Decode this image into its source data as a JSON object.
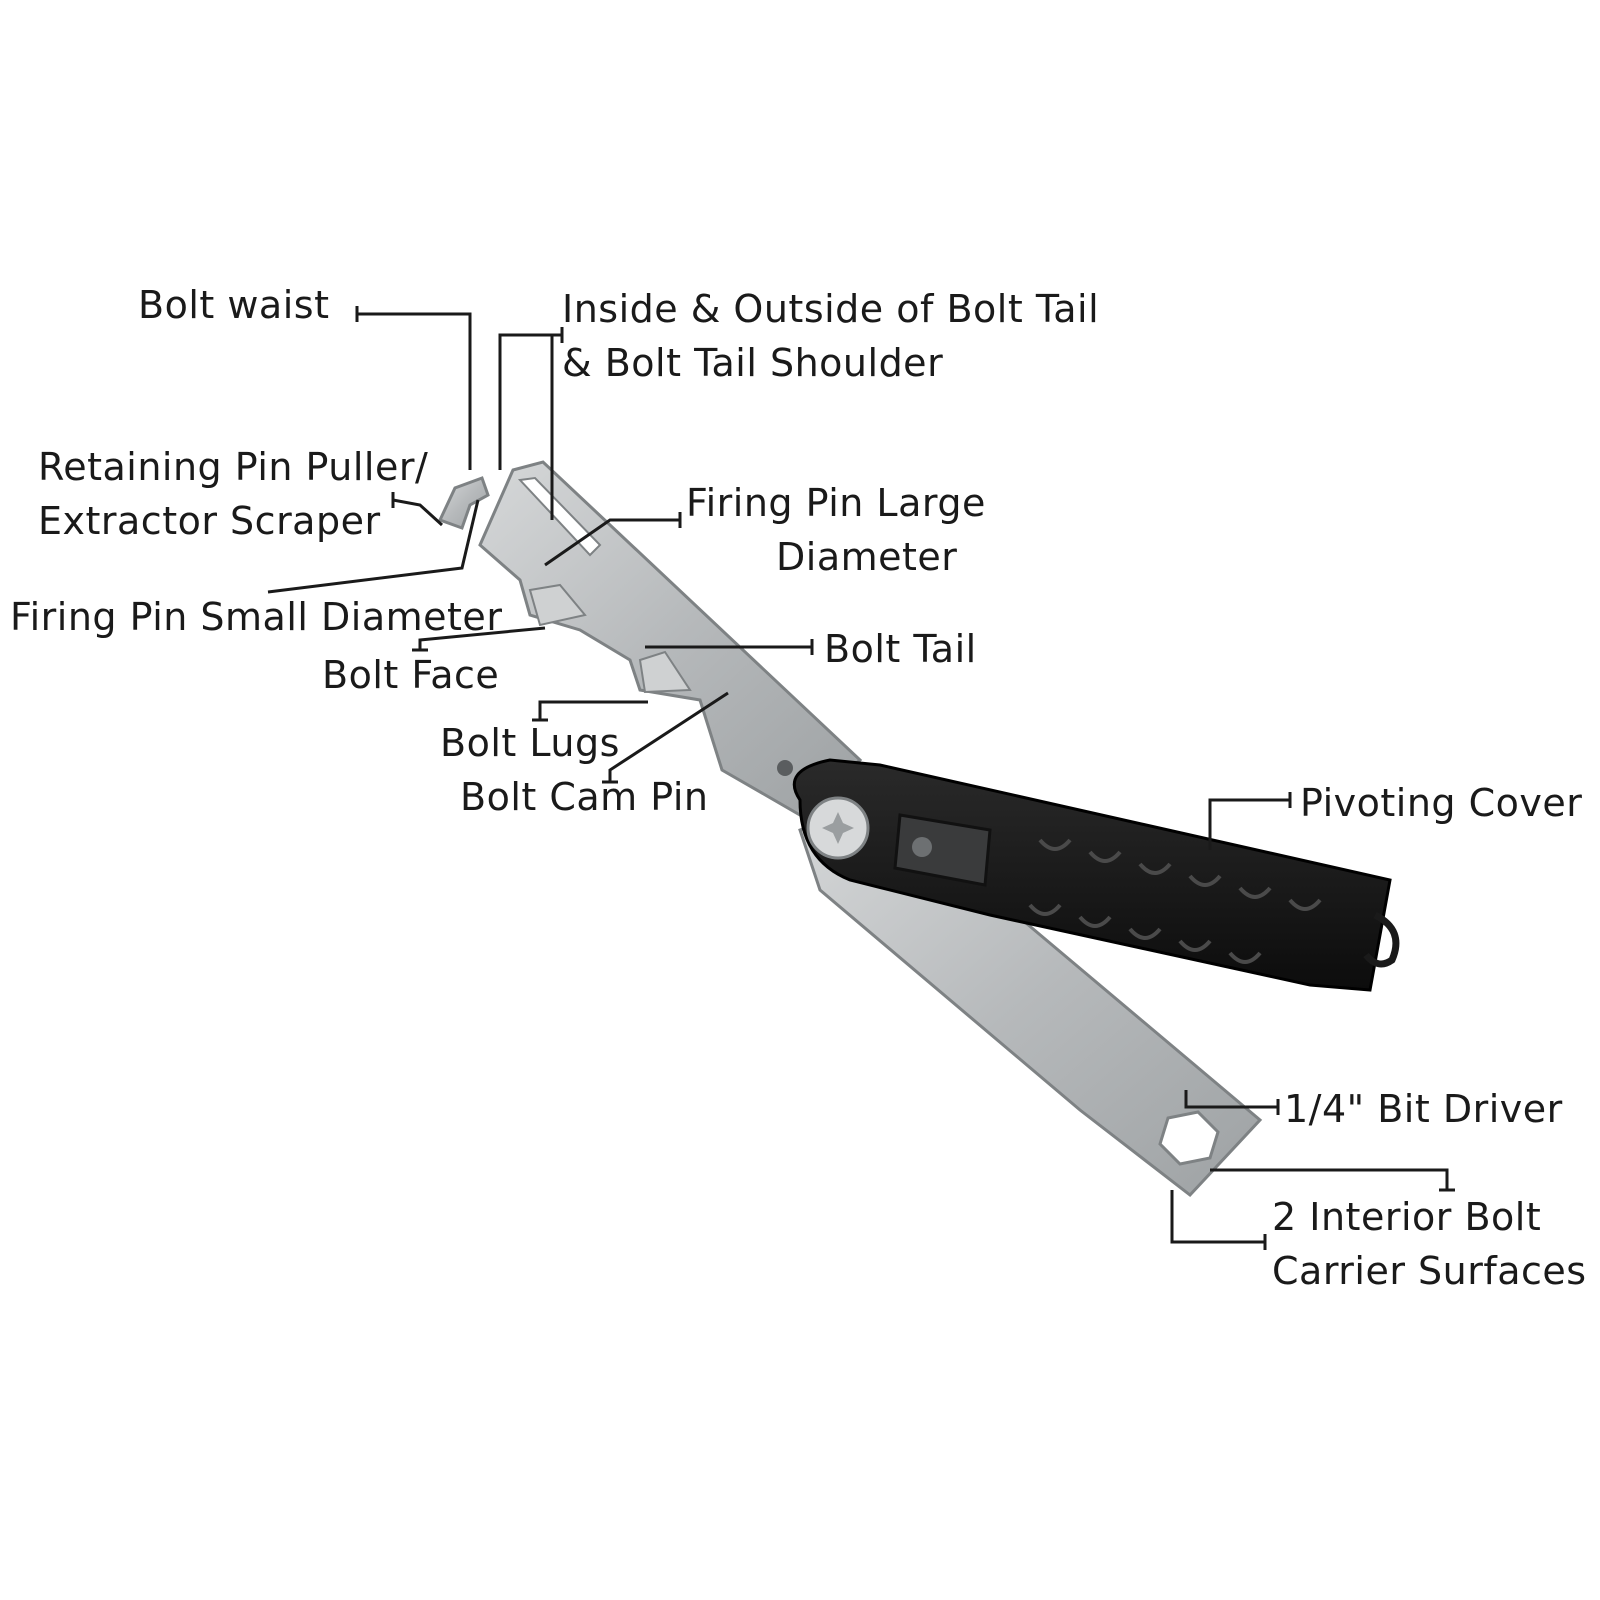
{
  "labels": {
    "bolt_waist": "Bolt waist",
    "inside_outside_line1": "Inside & Outside of Bolt Tail",
    "inside_outside_line2": "& Bolt Tail Shoulder",
    "retaining_line1": "Retaining Pin Puller/",
    "retaining_line2": "Extractor Scraper",
    "firing_pin_large_line1": "Firing Pin Large",
    "firing_pin_large_line2": "Diameter",
    "firing_pin_small": "Firing Pin Small Diameter",
    "bolt_tail": "Bolt Tail",
    "bolt_face": "Bolt Face",
    "bolt_lugs": "Bolt Lugs",
    "bolt_cam_pin": "Bolt Cam Pin",
    "pivoting_cover": "Pivoting Cover",
    "bit_driver": "1/4\" Bit Driver",
    "carrier_line1": "2 Interior Bolt",
    "carrier_line2": "Carrier Surfaces"
  },
  "colors": {
    "steel": "#b9bcbe",
    "steel_dark": "#8e9294",
    "cover": "#151515",
    "leader": "#1a1a1a"
  }
}
